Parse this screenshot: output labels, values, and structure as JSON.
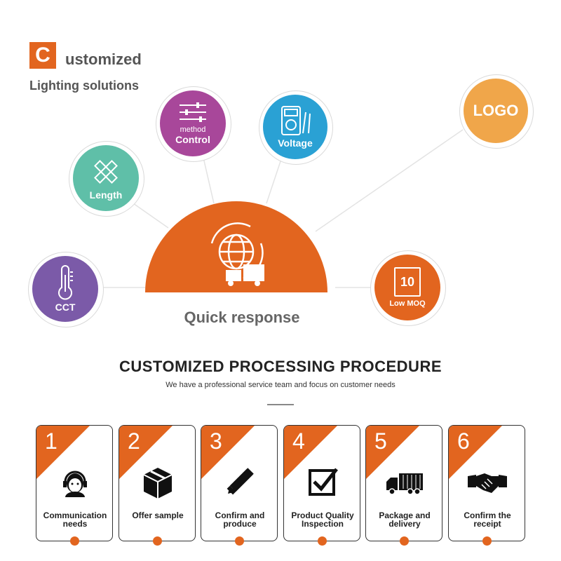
{
  "brand": {
    "initial": "C",
    "rest": "ustomized",
    "subtitle": "Lighting solutions"
  },
  "features": [
    {
      "label": "Length",
      "color": "#5fbfa8",
      "icon": "ruler-pencil-icon"
    },
    {
      "small": "method",
      "label": "Control",
      "color": "#a8479a",
      "icon": "sliders-icon"
    },
    {
      "label": "Voltage",
      "color": "#2aa1d4",
      "icon": "multimeter-icon"
    },
    {
      "label": "LOGO",
      "color": "#f0a64a",
      "icon": "logo-text"
    },
    {
      "label": "CCT",
      "color": "#7b5aa8",
      "icon": "thermometer-icon"
    },
    {
      "number": "10",
      "label": "Low MOQ",
      "color": "#e2651f",
      "icon": "document-icon"
    }
  ],
  "hub": {
    "label": "Quick response",
    "color": "#e2651f",
    "icon": "globe-truck-icon"
  },
  "procedure": {
    "title": "CUSTOMIZED PROCESSING PROCEDURE",
    "subtitle": "We have a professional service team and focus on customer needs",
    "steps": [
      {
        "num": "1",
        "line1": "Communication",
        "line2": "needs",
        "icon": "headset-person-icon"
      },
      {
        "num": "2",
        "line1": "Offer sample",
        "line2": "",
        "icon": "box-icon"
      },
      {
        "num": "3",
        "line1": "Confirm and",
        "line2": "produce",
        "icon": "ruler-pencil-icon"
      },
      {
        "num": "4",
        "line1": "Product Quality",
        "line2": "Inspection",
        "icon": "checkbox-icon"
      },
      {
        "num": "5",
        "line1": "Package and",
        "line2": "delivery",
        "icon": "truck-icon"
      },
      {
        "num": "6",
        "line1": "Confirm the",
        "line2": "receipt",
        "icon": "handshake-icon"
      }
    ],
    "accent": "#e2651f"
  }
}
